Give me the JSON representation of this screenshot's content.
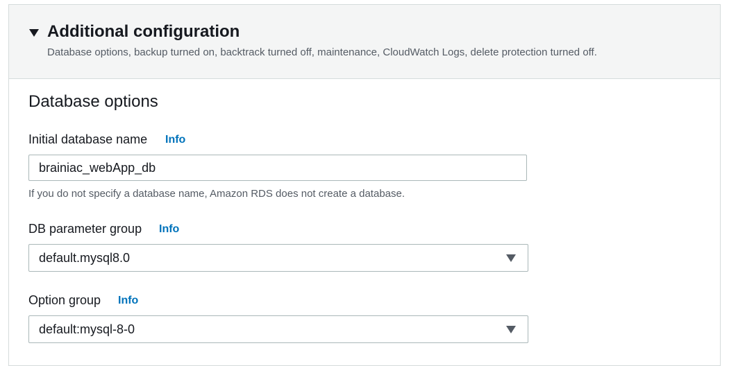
{
  "header": {
    "title": "Additional configuration",
    "description": "Database options, backup turned on, backtrack turned off, maintenance, CloudWatch Logs, delete protection turned off."
  },
  "section": {
    "title": "Database options"
  },
  "fields": {
    "initial_db_name": {
      "label": "Initial database name",
      "info": "Info",
      "value": "brainiac_webApp_db",
      "hint": "If you do not specify a database name, Amazon RDS does not create a database."
    },
    "db_parameter_group": {
      "label": "DB parameter group",
      "info": "Info",
      "value": "default.mysql8.0"
    },
    "option_group": {
      "label": "Option group",
      "info": "Info",
      "value": "default:mysql-8-0"
    }
  },
  "colors": {
    "info_link": "#0073bb",
    "header_background": "#f4f5f5",
    "border": "#aab7b8",
    "text_primary": "#16191f",
    "text_secondary": "#545b64"
  },
  "icons": {
    "expand": "caret-down-icon",
    "select": "dropdown-arrow-icon"
  }
}
